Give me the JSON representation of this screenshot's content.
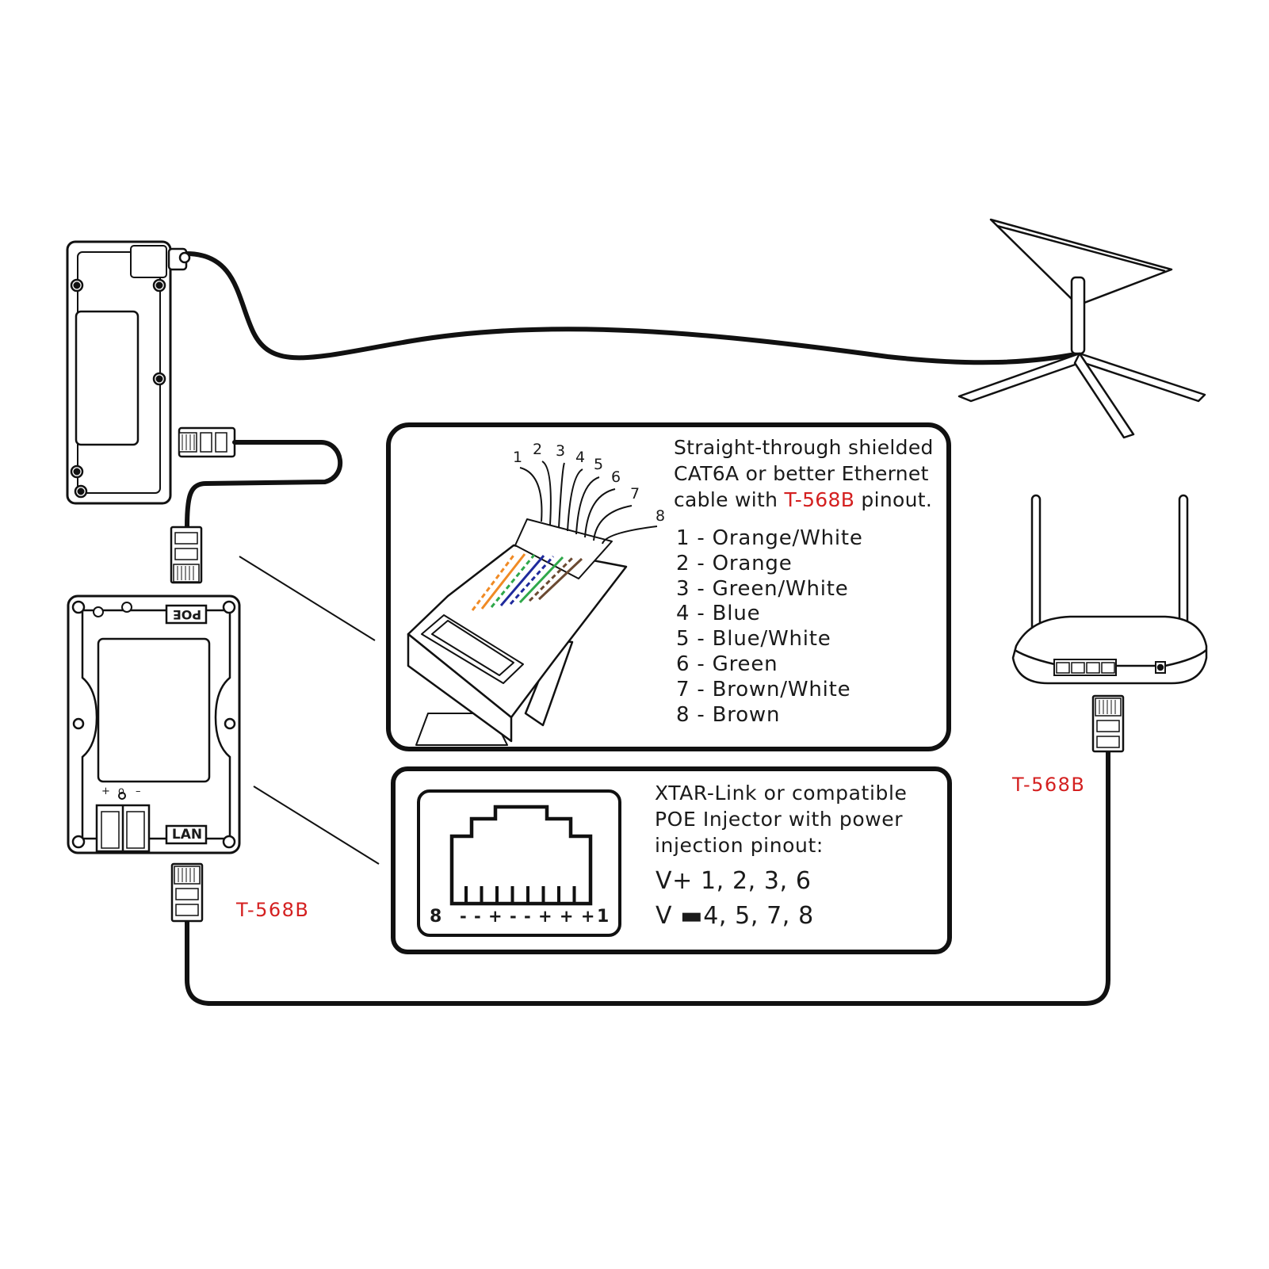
{
  "cable_box": {
    "description_lines": [
      "Straight-through shielded",
      "CAT6A or better Ethernet"
    ],
    "line3_prefix": "cable with ",
    "line3_highlight": "T-568B",
    "line3_suffix": " pinout.",
    "connector_pin_numbers": [
      "1",
      "2",
      "3",
      "4",
      "5",
      "6",
      "7",
      "8"
    ],
    "pinout": [
      "1 - Orange/White",
      "2 - Orange",
      "3 - Green/White",
      "4 - Blue",
      "5 - Blue/White",
      "6 - Green",
      "7 - Brown/White",
      "8 - Brown"
    ],
    "wire_colors": [
      "#f08a24",
      "#f08a24",
      "#2fa84a",
      "#1f2a9c",
      "#1f2a9c",
      "#2fa84a",
      "#6b4a32",
      "#6b4a32"
    ]
  },
  "injector_box": {
    "description_lines": [
      "XTAR-Link or compatible",
      "POE Injector with power",
      "injection pinout:"
    ],
    "v_plus": "V+ 1, 2, 3, 6",
    "v_minus": "V ▬4, 5, 7, 8",
    "jack_left_label": "8",
    "jack_right_label": "1",
    "jack_polarity": "- - + - - + + +"
  },
  "poe_device": {
    "top_label": "POE",
    "bottom_label": "LAN",
    "terminal_labels": [
      "+",
      "o",
      "–"
    ]
  },
  "labels": {
    "router_standard": "T-568B",
    "injector_standard": "T-568B"
  }
}
